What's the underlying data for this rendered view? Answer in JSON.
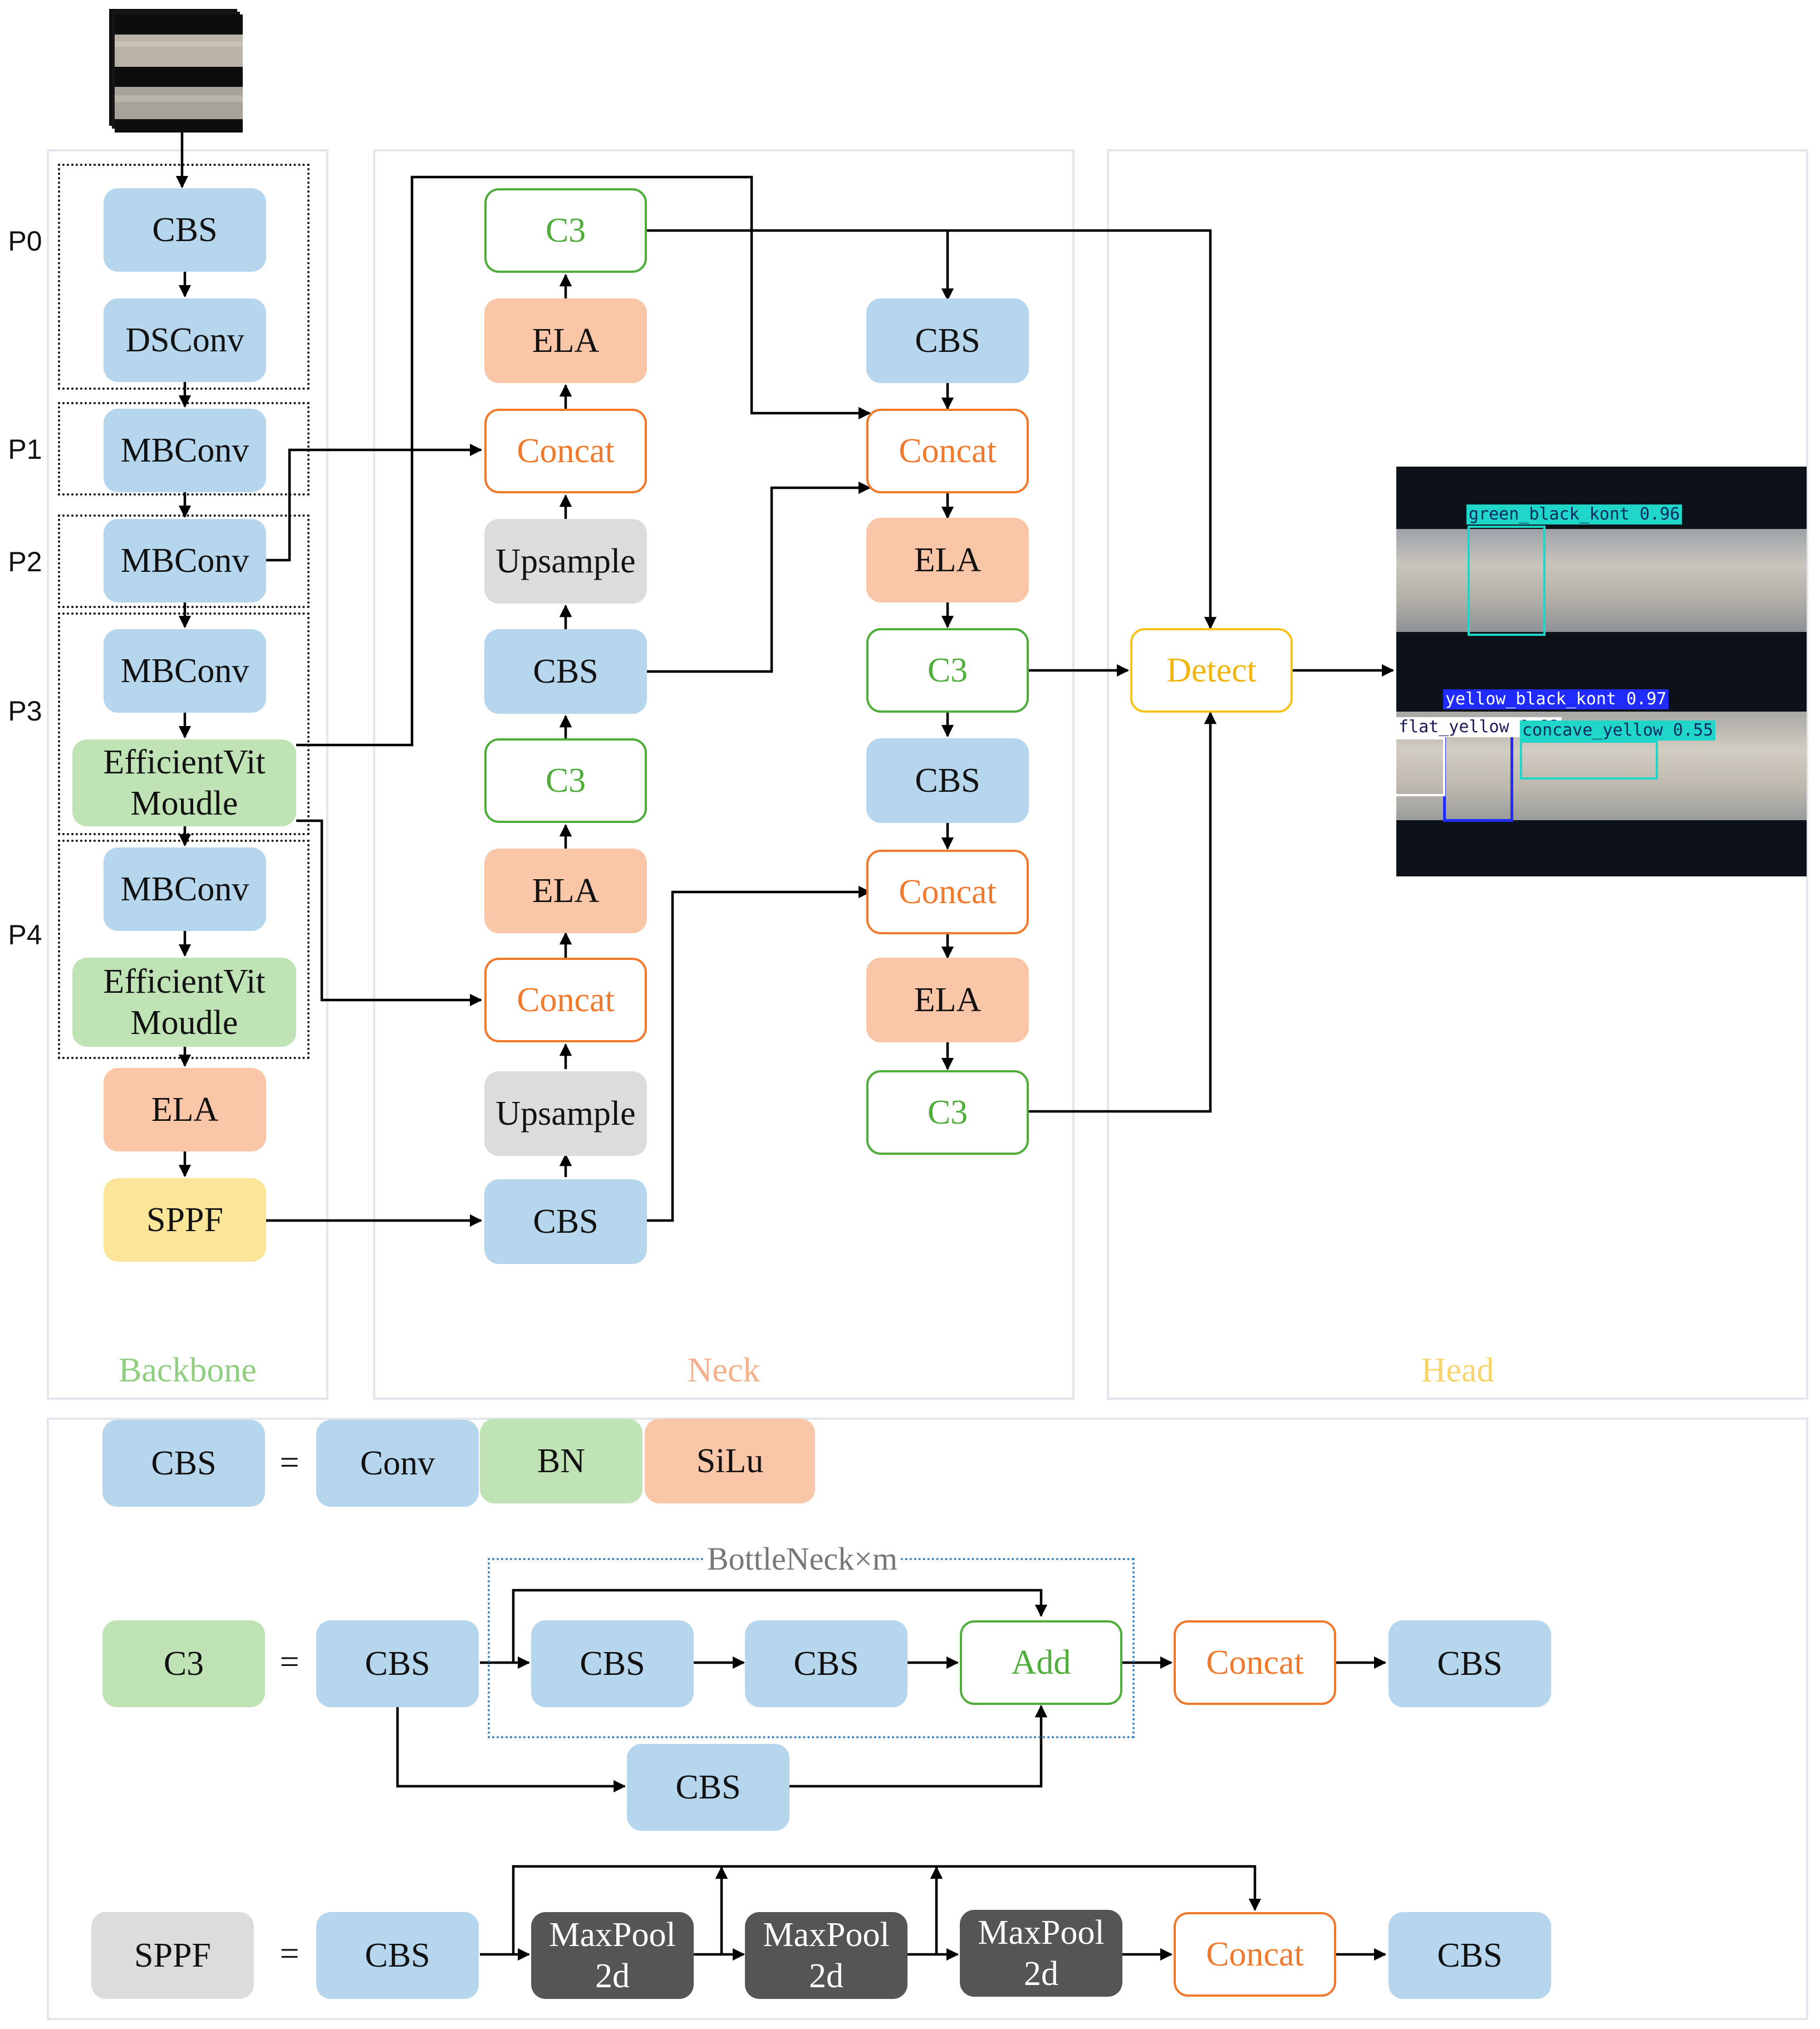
{
  "sections": {
    "backbone": "Backbone",
    "neck": "Neck",
    "head": "Head"
  },
  "stages": [
    "P0",
    "P1",
    "P2",
    "P3",
    "P4"
  ],
  "backbone": {
    "cbs": "CBS",
    "dsconv": "DSConv",
    "mbconv1": "MBConv",
    "mbconv2": "MBConv",
    "mbconv3": "MBConv",
    "effvit3": [
      "EfficientVit",
      "Moudle"
    ],
    "mbconv4": "MBConv",
    "effvit4": [
      "EfficientVit",
      "Moudle"
    ],
    "ela": "ELA",
    "sppf": "SPPF"
  },
  "neck_col1": {
    "c3_top": "C3",
    "ela_top": "ELA",
    "concat_top": "Concat",
    "upsample_top": "Upsample",
    "cbs_mid": "CBS",
    "c3_mid": "C3",
    "ela_mid": "ELA",
    "concat_mid": "Concat",
    "upsample_bot": "Upsample",
    "cbs_bot": "CBS"
  },
  "neck_col2": {
    "cbs_top": "CBS",
    "concat_top": "Concat",
    "ela_top": "ELA",
    "c3_mid": "C3",
    "cbs_mid": "CBS",
    "concat_bot": "Concat",
    "ela_bot": "ELA",
    "c3_bot": "C3"
  },
  "head": {
    "detect": "Detect",
    "detections": [
      {
        "label": "green_black_kont  0.96",
        "color": "#1fd6c8"
      },
      {
        "label": "yellow_black_kont  0.97",
        "color": "#1f2bff"
      },
      {
        "label": "flat_yellow  0.82",
        "color": "#ffffff"
      },
      {
        "label": "concave_yellow  0.55",
        "color": "#1fd6c8"
      }
    ]
  },
  "legend": {
    "equals": "=",
    "cbs_row": {
      "name": "CBS",
      "parts": [
        "Conv",
        "BN",
        "SiLu"
      ]
    },
    "c3_row": {
      "name": "C3",
      "cbs_in": "CBS",
      "bottleneck_label": "BottleNeck×m",
      "bn_cbs1": "CBS",
      "bn_cbs2": "CBS",
      "add": "Add",
      "concat": "Concat",
      "cbs_out": "CBS",
      "cbs_branch": "CBS"
    },
    "sppf_row": {
      "name": "SPPF",
      "cbs_in": "CBS",
      "maxpool1": [
        "MaxPool",
        "2d"
      ],
      "maxpool2": [
        "MaxPool",
        "2d"
      ],
      "maxpool3": [
        "MaxPool",
        "2d"
      ],
      "concat": "Concat",
      "cbs_out": "CBS"
    }
  },
  "colors": {
    "cbs": "#b6d6ee",
    "ela": "#f9c7a8",
    "upsample": "#dcdcdc",
    "efficientvit": "#bfe3b4",
    "sppf": "#fbe598",
    "maxpool": "#555555",
    "c3_border": "#4fae3b",
    "concat_border": "#f0792c",
    "detect_border": "#f7c21b",
    "backbone_label": "#8fcf7f",
    "neck_label": "#f3b08a",
    "head_label": "#f7d46a"
  }
}
